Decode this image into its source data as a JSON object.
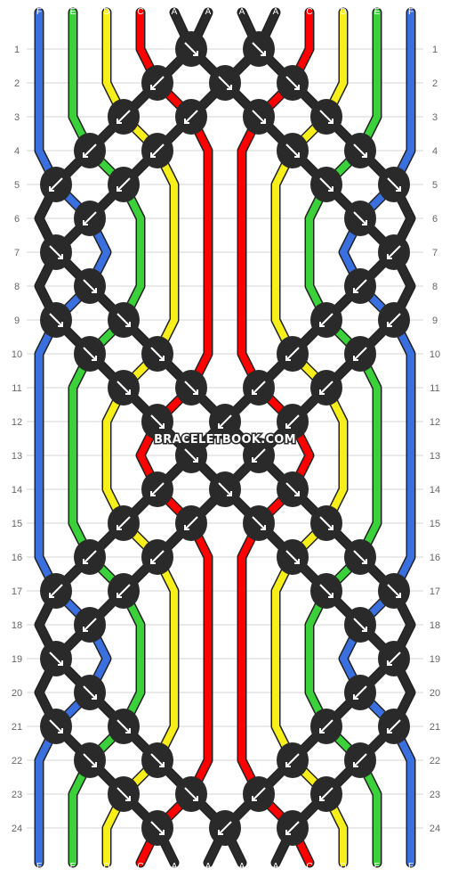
{
  "pattern": {
    "strand_labels": [
      "F",
      "E",
      "D",
      "C",
      "A",
      "A",
      "A",
      "A",
      "C",
      "D",
      "E",
      "F"
    ],
    "strand_colors": [
      "#3a6fe0",
      "#3bd13b",
      "#f7ef19",
      "#ff0000",
      "#2a2a2a",
      "#2a2a2a",
      "#2a2a2a",
      "#2a2a2a",
      "#ff0000",
      "#f7ef19",
      "#3bd13b",
      "#3a6fe0"
    ],
    "knot_color": "#2a2a2a",
    "row_labels": [
      "1",
      "2",
      "3",
      "4",
      "5",
      "6",
      "7",
      "8",
      "9",
      "10",
      "11",
      "12",
      "13",
      "14",
      "15",
      "16",
      "17",
      "18",
      "19",
      "20",
      "21",
      "22",
      "23",
      "24"
    ],
    "watermark": "BRACELETBOOK.COM"
  }
}
